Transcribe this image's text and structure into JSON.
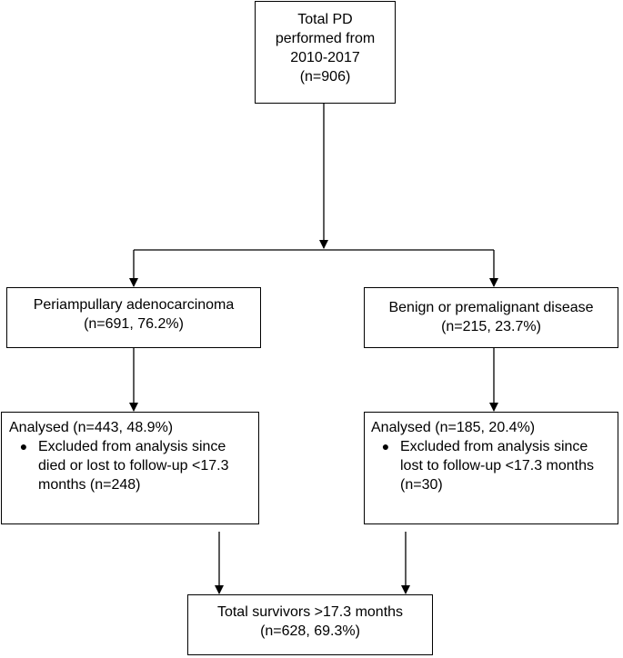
{
  "colors": {
    "line": "#000000",
    "background": "#ffffff"
  },
  "top": {
    "lines": [
      "Total PD",
      "performed from",
      "2010-2017",
      "(n=906)"
    ]
  },
  "left": {
    "line1": "Periampullary adenocarcinoma",
    "line2": "(n=691, 76.2%)"
  },
  "right": {
    "line1": "Benign or premalignant disease",
    "line2": "(n=215, 23.7%)"
  },
  "analysed_left": {
    "heading": "Analysed (n=443, 48.9%)",
    "bullet": "Excluded from analysis since died or lost to follow-up <17.3 months (n=248)"
  },
  "analysed_right": {
    "heading": "Analysed (n=185, 20.4%)",
    "bullet": "Excluded from analysis since lost to follow-up <17.3 months (n=30)"
  },
  "bottom": {
    "line1": "Total survivors >17.3 months",
    "line2": "(n=628, 69.3%)"
  }
}
